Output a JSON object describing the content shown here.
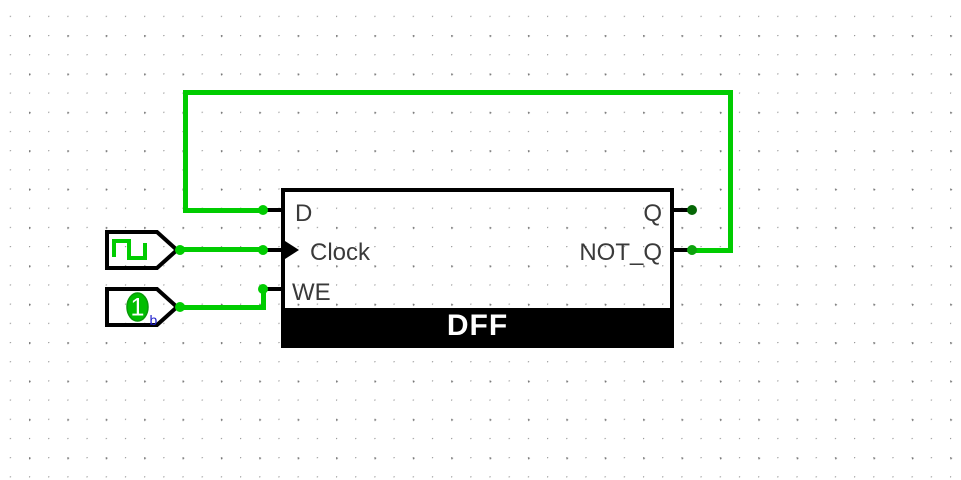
{
  "dff": {
    "name": "DFF",
    "inputs": {
      "d": "D",
      "clock": "Clock",
      "we": "WE"
    },
    "outputs": {
      "q": "Q",
      "not_q": "NOT_Q"
    }
  },
  "constant": {
    "value": "1",
    "base": "b"
  },
  "colors": {
    "wire_high": "#00CC00",
    "pin_dot_mid": "#0DA30D",
    "output_low": "#056705",
    "constant_fill": "#00BE00",
    "constant_stroke": "#089908",
    "subscript_blue": "#2222CC",
    "component_border": "#000000",
    "pin_label": "#3A3A3A",
    "name_bar_bg": "#000000",
    "name_bar_text": "#FFFFFF",
    "grid_dot": "#8D8D8D",
    "grid_dot_big": "#747474"
  }
}
